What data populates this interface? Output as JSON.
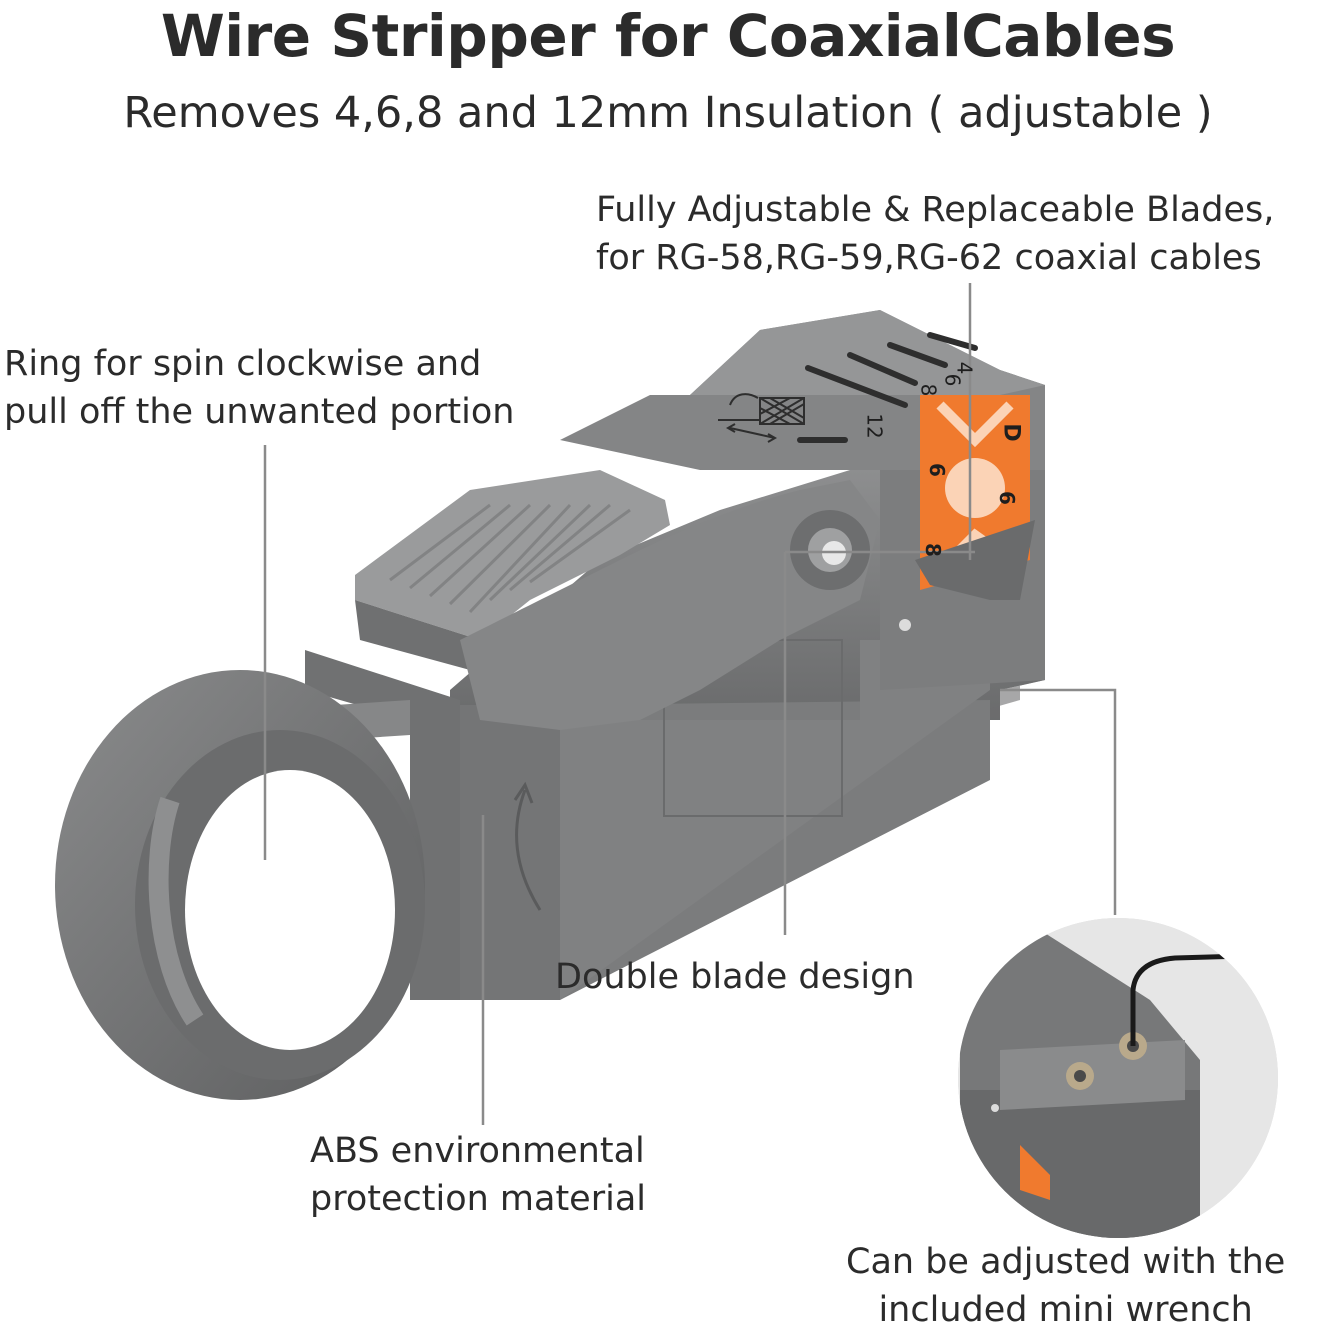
{
  "header": {
    "title": "Wire Stripper for CoaxialCables",
    "subtitle": "Removes 4,6,8 and 12mm Insulation ( adjustable )"
  },
  "callouts": {
    "blades": [
      "Fully Adjustable & Replaceable Blades,",
      "for RG-58,RG-59,RG-62 coaxial cables"
    ],
    "ring": [
      "Ring for spin clockwise and",
      "pull off the unwanted portion"
    ],
    "double_blade": "Double blade design",
    "abs": [
      "ABS environmental",
      "protection material"
    ],
    "wrench": [
      "Can be adjusted with the",
      "included mini wrench"
    ]
  },
  "tool_markings": {
    "scale": [
      "4",
      "6",
      "8",
      "12"
    ],
    "blade_marks": [
      "D",
      "6",
      "6",
      "8"
    ]
  },
  "colors": {
    "body": "#7a7b7c",
    "body_dark": "#5e5f60",
    "body_light": "#9a9b9c",
    "blade_orange": "#f07a2e",
    "leader_line": "#8a8a8a"
  }
}
